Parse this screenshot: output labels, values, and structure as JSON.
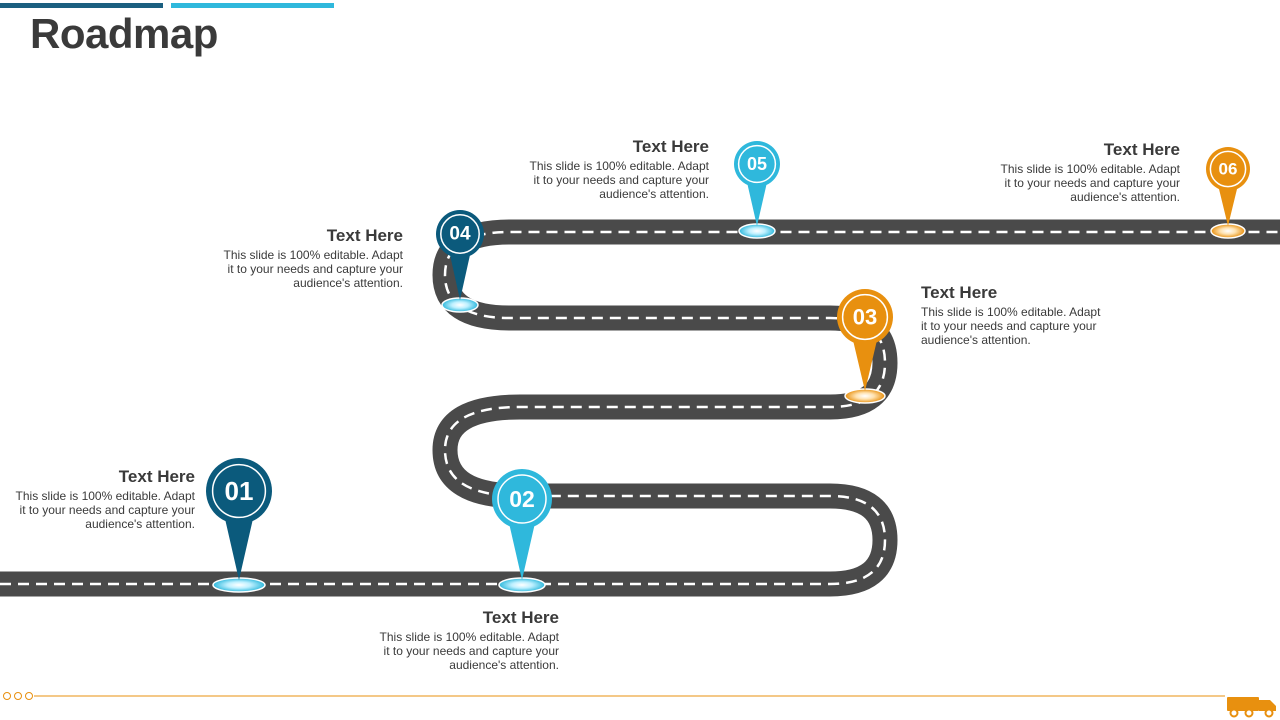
{
  "title": "Roadmap",
  "colors": {
    "dark_blue": "#0b5a7c",
    "light_blue": "#2fb8dc",
    "orange": "#e8900f",
    "road": "#4a4a4a",
    "text": "#3a3a3a"
  },
  "milestones": [
    {
      "number": "01",
      "heading": "Text Here",
      "body": "This slide is 100% editable. Adapt it to your needs and capture your audience's attention.",
      "color": "dark_blue"
    },
    {
      "number": "02",
      "heading": "Text Here",
      "body": "This slide is 100% editable. Adapt it to your needs and capture your audience's attention.",
      "color": "light_blue"
    },
    {
      "number": "03",
      "heading": "Text Here",
      "body": "This slide is 100% editable. Adapt it to your needs and capture your audience's attention.",
      "color": "orange"
    },
    {
      "number": "04",
      "heading": "Text Here",
      "body": "This slide is 100% editable. Adapt it to your needs and capture your audience's attention.",
      "color": "dark_blue"
    },
    {
      "number": "05",
      "heading": "Text Here",
      "body": "This slide is 100% editable. Adapt it to your needs and capture your audience's attention.",
      "color": "light_blue"
    },
    {
      "number": "06",
      "heading": "Text Here",
      "body": "This slide is 100% editable. Adapt it to your needs and capture your audience's attention.",
      "color": "orange"
    }
  ],
  "footer": {
    "truck_icon": "truck-icon",
    "dots_icon": "three-circles-icon"
  }
}
